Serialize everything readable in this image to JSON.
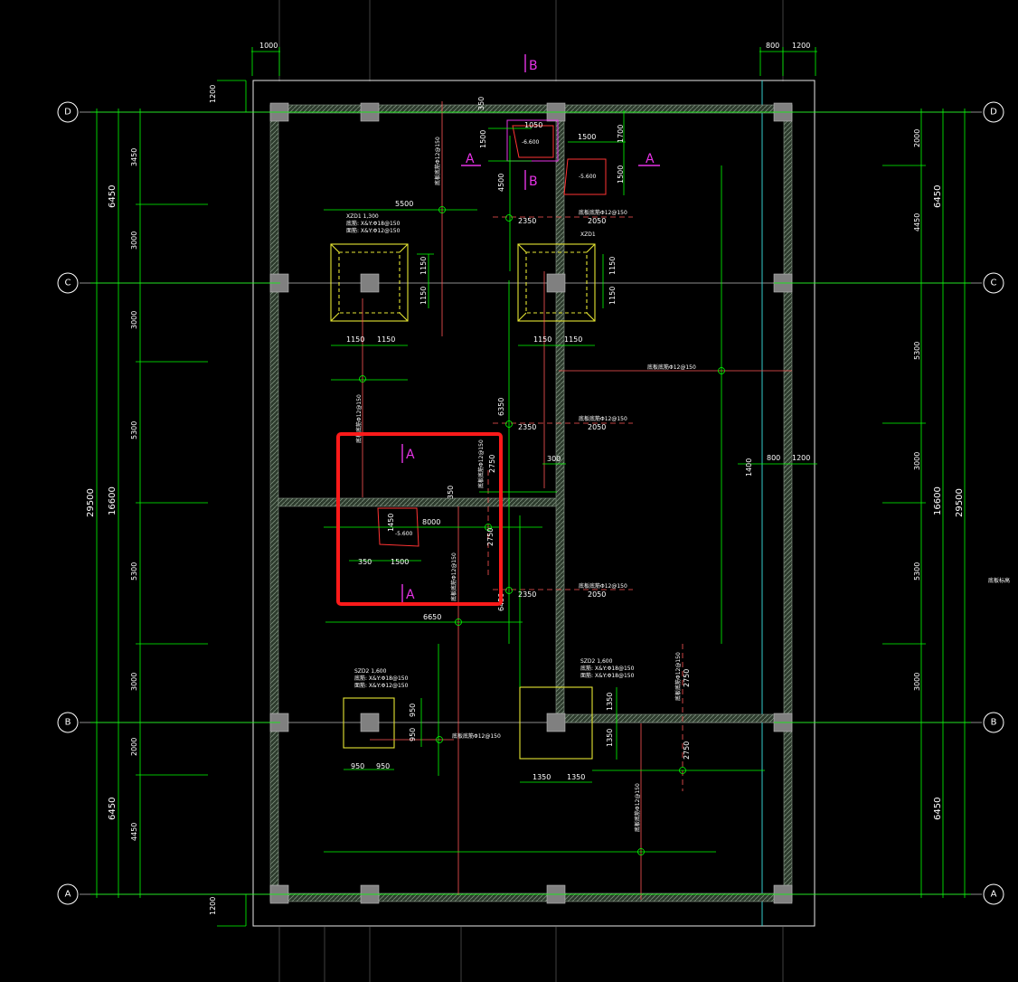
{
  "axes": {
    "rows": [
      "D",
      "C",
      "B",
      "A"
    ]
  },
  "dimensions": {
    "top_left": "1000",
    "top_right_1": "800",
    "top_right_2": "1200",
    "left_top_offset": "1200",
    "left_bottom_offset": "1200",
    "left_inner": [
      "3450",
      "3000",
      "3000",
      "5300",
      "5300",
      "3000",
      "2000",
      "4450"
    ],
    "left_mid": [
      "6450",
      "16600",
      "6450"
    ],
    "left_total": "29500",
    "right_inner": [
      "2000",
      "4450",
      "5300",
      "3000",
      "5300",
      "3000"
    ],
    "right_mid": [
      "6450",
      "16600",
      "6450"
    ],
    "right_total": "29500",
    "plan": {
      "d1": "5500",
      "d2": "1050",
      "d3": "1500",
      "d4": "1700",
      "d5": "1500",
      "d6": "1500",
      "d7": "4500",
      "d8": "350",
      "d9": "2350",
      "d10": "2050",
      "d11": "1150",
      "d12": "1150",
      "d13": "1150",
      "d14": "1150",
      "d15": "1150",
      "d16": "1150",
      "d17": "1150",
      "d18": "1150",
      "d19": "6350",
      "d20": "2350",
      "d21": "2050",
      "d22": "300",
      "d23": "800",
      "d24": "1200",
      "d25": "2750",
      "d26": "350",
      "d27": "8000",
      "d28": "1450",
      "d29": "2750",
      "d30": "350",
      "d31": "1500",
      "d32": "2350",
      "d33": "2050",
      "d34": "6650",
      "d35": "6450",
      "d36": "950",
      "d37": "950",
      "d38": "950",
      "d39": "950",
      "d40": "1350",
      "d41": "1350",
      "d42": "1350",
      "d43": "1350",
      "d44": "2750",
      "d45": "2750",
      "d46": "1400"
    }
  },
  "elevations": {
    "e1": "-6.600",
    "e2": "-5.600",
    "e3": "-5.600"
  },
  "section_marks": {
    "top_b": "B",
    "pit_b": "B",
    "a_left": "A",
    "a_right": "A",
    "a_box_top": "A",
    "a_box_bottom": "A"
  },
  "labels": {
    "xzd1_top_left": "XZD1 1,300",
    "xzd1_top_right": "XZD1",
    "szd2_left": "SZD2 1,600",
    "szd2_right": "SZD2 1,600",
    "rebar_top_left_1": "底筋: X&Y:Φ18@150",
    "rebar_top_left_2": "面筋: X&Y:Φ12@150",
    "rebar_bottom_left_1": "底筋: X&Y:Φ18@150",
    "rebar_bottom_left_2": "面筋: X&Y:Φ12@150",
    "rebar_bottom_right_1": "底筋: X&Y:Φ18@150",
    "rebar_bottom_right_2": "面筋: X&Y:Φ18@150",
    "slab_rebar": "底板底筋Φ12@150",
    "right_edge_note": "底板标高"
  },
  "colors": {
    "background": "#000000",
    "dimension_line": "#00ff00",
    "wall_fill": "#3a4a3a",
    "wall_edge": "#8a9a8a",
    "column": "#808080",
    "footing": "#e6e633",
    "section_mark": "#e633e6",
    "highlight": "#ff1a1a",
    "rebar": "#ff5555",
    "grid_line": "#ffffff",
    "cyan_line": "#33cccc"
  }
}
